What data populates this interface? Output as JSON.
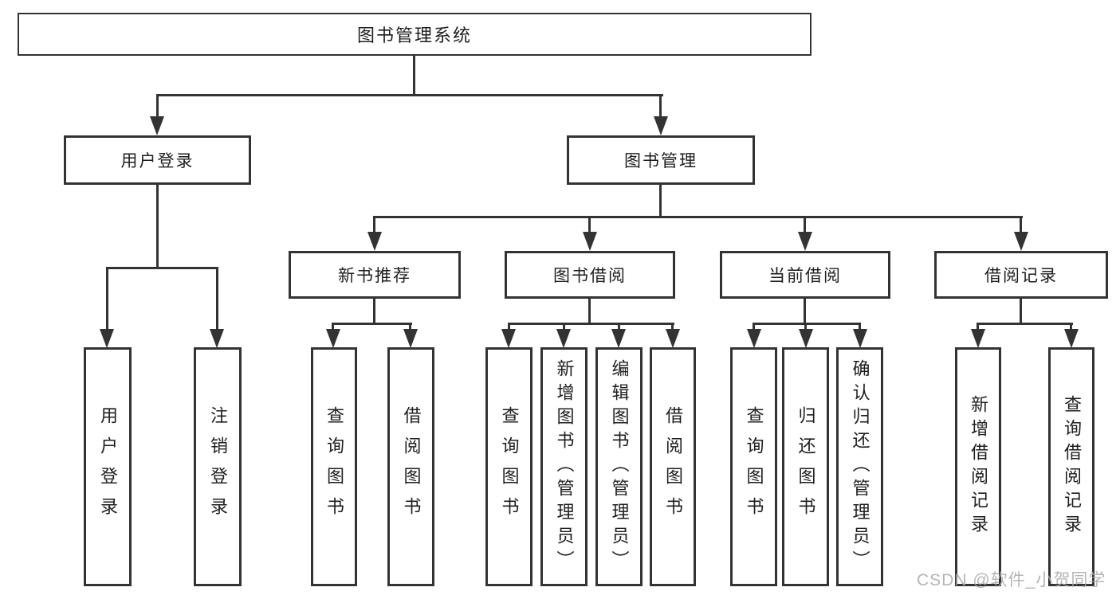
{
  "watermark": "CSDN @软件_小贺同学",
  "colors": {
    "line": "#333333",
    "text": "#1e1e1e",
    "background": "#ffffff",
    "watermark": "#a9a9a9"
  },
  "nodes": {
    "root": "图书管理系统",
    "user_login": "用户登录",
    "book_mgmt": "图书管理",
    "new_books": "新书推荐",
    "book_borrow": "图书借阅",
    "current_borrow": "当前借阅",
    "borrow_records": "借阅记录",
    "leaf_login": "用户登录",
    "leaf_logout": "注销登录",
    "leaf_nb_query": "查询图书",
    "leaf_nb_borrow": "借阅图书",
    "leaf_bb_query": "查询图书",
    "leaf_bb_add": "新增图书（管理员）",
    "leaf_bb_edit": "编辑图书（管理员）",
    "leaf_bb_borrow": "借阅图书",
    "leaf_cb_query": "查询图书",
    "leaf_cb_return": "归还图书",
    "leaf_cb_confirm": "确认归还（管理员）",
    "leaf_br_add": "新增借阅记录",
    "leaf_br_query": "查询借阅记录"
  },
  "hierarchy": {
    "root": [
      "user_login",
      "book_mgmt"
    ],
    "user_login": [
      "leaf_login",
      "leaf_logout"
    ],
    "book_mgmt": [
      "new_books",
      "book_borrow",
      "current_borrow",
      "borrow_records"
    ],
    "new_books": [
      "leaf_nb_query",
      "leaf_nb_borrow"
    ],
    "book_borrow": [
      "leaf_bb_query",
      "leaf_bb_add",
      "leaf_bb_edit",
      "leaf_bb_borrow"
    ],
    "current_borrow": [
      "leaf_cb_query",
      "leaf_cb_return",
      "leaf_cb_confirm"
    ],
    "borrow_records": [
      "leaf_br_add",
      "leaf_br_query"
    ]
  }
}
